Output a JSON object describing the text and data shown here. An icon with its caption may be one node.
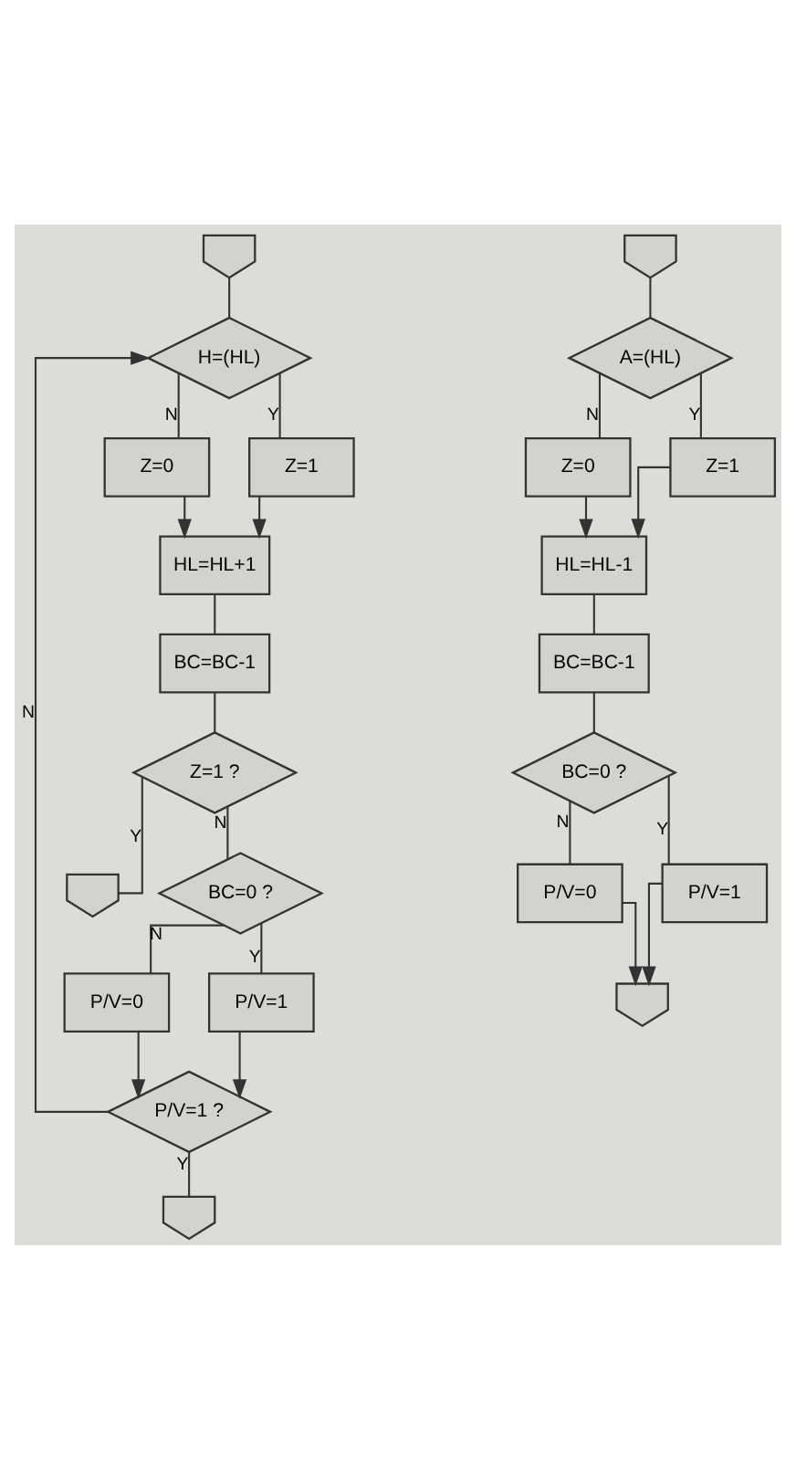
{
  "diagram": {
    "nodes": [
      {
        "text": [],
        "shape": "pentagon"
      },
      {
        "text": [
          "H=(HL)"
        ]
      },
      {
        "text": [
          "Z=0"
        ]
      },
      {
        "text": [
          "Z=1"
        ]
      },
      {
        "text": [
          "HL=HL+1"
        ]
      },
      {
        "text": [
          "BC=BC-1"
        ]
      },
      {
        "text": [
          "Z=1 ?"
        ]
      },
      {
        "text": [],
        "shape": "pentagon"
      },
      {
        "text": [
          "BC=0 ?"
        ]
      },
      {
        "text": [
          "P/V=0"
        ]
      },
      {
        "text": [
          "P/V=1"
        ]
      },
      {
        "text": [
          "P/V=1 ?"
        ]
      },
      {
        "text": [],
        "shape": "pentagon"
      },
      {
        "text": [],
        "shape": "pentagon"
      },
      {
        "text": [
          "A=(HL)"
        ]
      },
      {
        "text": [
          "Z=0"
        ]
      },
      {
        "text": [
          "Z=1"
        ]
      },
      {
        "text": [
          "HL=HL-1"
        ]
      },
      {
        "text": [
          "BC=BC-1"
        ]
      },
      {
        "text": [
          "BC=0 ?"
        ]
      },
      {
        "text": [
          "P/V=0"
        ]
      },
      {
        "text": [
          "P/V=1"
        ]
      },
      {
        "text": [],
        "shape": "pentagon"
      }
    ],
    "edges": [
      {
        "from": 0,
        "to": 1,
        "arrow": "none"
      },
      {
        "from": 1,
        "to": 2,
        "label": "N",
        "arrow": "none"
      },
      {
        "from": 1,
        "to": 3,
        "label": "Y",
        "arrow": "none"
      },
      {
        "from": 2,
        "to": 4,
        "arrow": "to"
      },
      {
        "from": 3,
        "to": 4,
        "arrow": "to"
      },
      {
        "from": 4,
        "to": 5,
        "arrow": "none"
      },
      {
        "from": 5,
        "to": 6,
        "arrow": "none"
      },
      {
        "from": 6,
        "to": 7,
        "label": "Y",
        "arrow": "none"
      },
      {
        "from": 6,
        "to": 8,
        "label": "N",
        "arrow": "none"
      },
      {
        "from": 8,
        "to": 9,
        "label": "N",
        "arrow": "none"
      },
      {
        "from": 8,
        "to": 10,
        "label": "Y",
        "arrow": "none"
      },
      {
        "from": 9,
        "to": 11,
        "arrow": "to"
      },
      {
        "from": 10,
        "to": 11,
        "arrow": "to"
      },
      {
        "from": 11,
        "to": 1,
        "label": "N",
        "arrow": "to"
      },
      {
        "from": 11,
        "to": 12,
        "label": "Y",
        "arrow": "none"
      },
      {
        "from": 13,
        "to": 14,
        "arrow": "none"
      },
      {
        "from": 14,
        "to": 15,
        "label": "N",
        "arrow": "none"
      },
      {
        "from": 14,
        "to": 16,
        "label": "Y",
        "arrow": "none"
      },
      {
        "from": 15,
        "to": 17,
        "arrow": "to"
      },
      {
        "from": 16,
        "to": 17,
        "arrow": "to"
      },
      {
        "from": 17,
        "to": 18,
        "arrow": "none"
      },
      {
        "from": 18,
        "to": 19,
        "arrow": "none"
      },
      {
        "from": 19,
        "to": 20,
        "label": "N",
        "arrow": "none"
      },
      {
        "from": 19,
        "to": 21,
        "label": "Y",
        "arrow": "none"
      },
      {
        "from": 20,
        "to": 22,
        "arrow": "to"
      },
      {
        "from": 21,
        "to": 22,
        "arrow": "to"
      }
    ]
  }
}
